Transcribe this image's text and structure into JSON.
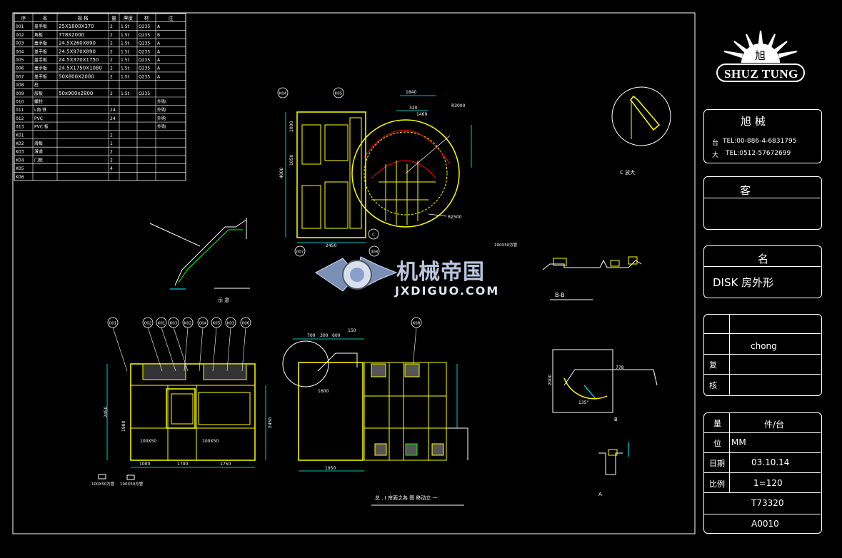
{
  "bom": {
    "headers": [
      "序",
      "名",
      "规 格",
      "量",
      "厚度",
      "材",
      "注"
    ],
    "rows": [
      [
        "001",
        "盖手板",
        "25X1800X370",
        "2",
        "1.5t",
        "Q235",
        "A"
      ],
      [
        "002",
        "角板",
        "778X2000",
        "2",
        "1.5t",
        "Q235",
        "B"
      ],
      [
        "003",
        "盖手板",
        "24.5X260X890",
        "2",
        "1.5t",
        "Q235",
        "A"
      ],
      [
        "004",
        "盖手板",
        "24.5X970X890",
        "2",
        "1.5t",
        "Q235",
        "A"
      ],
      [
        "005",
        "盖手板",
        "24.5X370X1750",
        "2",
        "1.5t",
        "Q235",
        "A"
      ],
      [
        "006",
        "盖手板",
        "24.5X1750X1080",
        "2",
        "1.5t",
        "Q235",
        "A"
      ],
      [
        "007",
        "盖手板",
        "50X800X2000",
        "2",
        "1.5t",
        "Q235",
        "A"
      ],
      [
        "008",
        "柱",
        "",
        "",
        "",
        "",
        ""
      ],
      [
        "009",
        "层板",
        "50x900x2800",
        "2",
        "1.5t",
        "Q235",
        ""
      ],
      [
        "010",
        "螺栓",
        "",
        "",
        "",
        "",
        "外购"
      ],
      [
        "011",
        "L角 铁",
        "",
        "24",
        "",
        "",
        "外购"
      ],
      [
        "012",
        "PVC",
        "",
        "24",
        "",
        "",
        "外购"
      ],
      [
        "013",
        "PVC 板",
        "",
        "",
        "",
        "",
        "外购"
      ],
      [
        "K01",
        "",
        "",
        "2",
        "",
        "",
        ""
      ],
      [
        "K02",
        "滑板",
        "",
        "1",
        "",
        "",
        ""
      ],
      [
        "K03",
        "滑道",
        "",
        "2",
        "",
        "",
        ""
      ],
      [
        "K04",
        "门框",
        "",
        "2",
        "",
        "",
        ""
      ],
      [
        "K05",
        "",
        "",
        "4",
        "",
        "",
        ""
      ],
      [
        "K06",
        "",
        "",
        "",
        "",
        "",
        ""
      ]
    ]
  },
  "logo": {
    "brand": "SHUZ TUNG",
    "char": "旭"
  },
  "title_block": {
    "company": "旭  械",
    "tel1": "TEL:00-886-4-6831795",
    "tel2": "TEL:0512-57672699",
    "tel1_prefix": "台",
    "tel2_prefix": "大",
    "customer_label": "客",
    "name_label": "名",
    "name_value": "DISK  房外形",
    "drawer_value": "chong",
    "review_label": "复",
    "approve_label": "核",
    "qty_label": "量",
    "qty_value": "件/台",
    "unit_label": "位",
    "unit_value": "MM",
    "date_label": "日期",
    "date_value": "03.10.14",
    "scale_label": "比例",
    "scale_value": "1=120",
    "drawing_no": "T73320",
    "sheet_no": "A0010"
  },
  "watermark": {
    "cn": "机械帝国",
    "en": "JXDIGUO.COM"
  },
  "drawing": {
    "labels": {
      "view_c": "C 放大",
      "view_i": "示 意",
      "view_bb": "B-B",
      "view_b": "B",
      "view_a": "A",
      "bottom_caption": "总 . I  帘面之各 图    移动立 一"
    },
    "balloons_top": [
      "K04",
      "K05",
      "007",
      "008",
      "C"
    ],
    "balloons_front": [
      "001",
      "002",
      "K01",
      "K03",
      "K02",
      "004",
      "K05",
      "K03",
      "006"
    ],
    "balloon_side": "K08",
    "dims": {
      "top_w": "2450",
      "top_h": "4000",
      "radius1": "R3000",
      "radius2": "R2500",
      "d1": "1840",
      "d2": "320",
      "d3": "1469",
      "d4": "1050",
      "d5": "1000",
      "front_w1": "1000",
      "front_w2": "1700",
      "front_w3": "1750",
      "front_h": "2450",
      "front_h2": "1980",
      "side_w": "1950",
      "side_h": "1600",
      "side_top1": "700",
      "side_top2": "300",
      "side_top3": "600",
      "side_top4": "150",
      "b_w": "778",
      "b_h": "2000",
      "b_ang": "135°",
      "pipe_note": "100X50方管",
      "tube_note": "100X50"
    }
  }
}
